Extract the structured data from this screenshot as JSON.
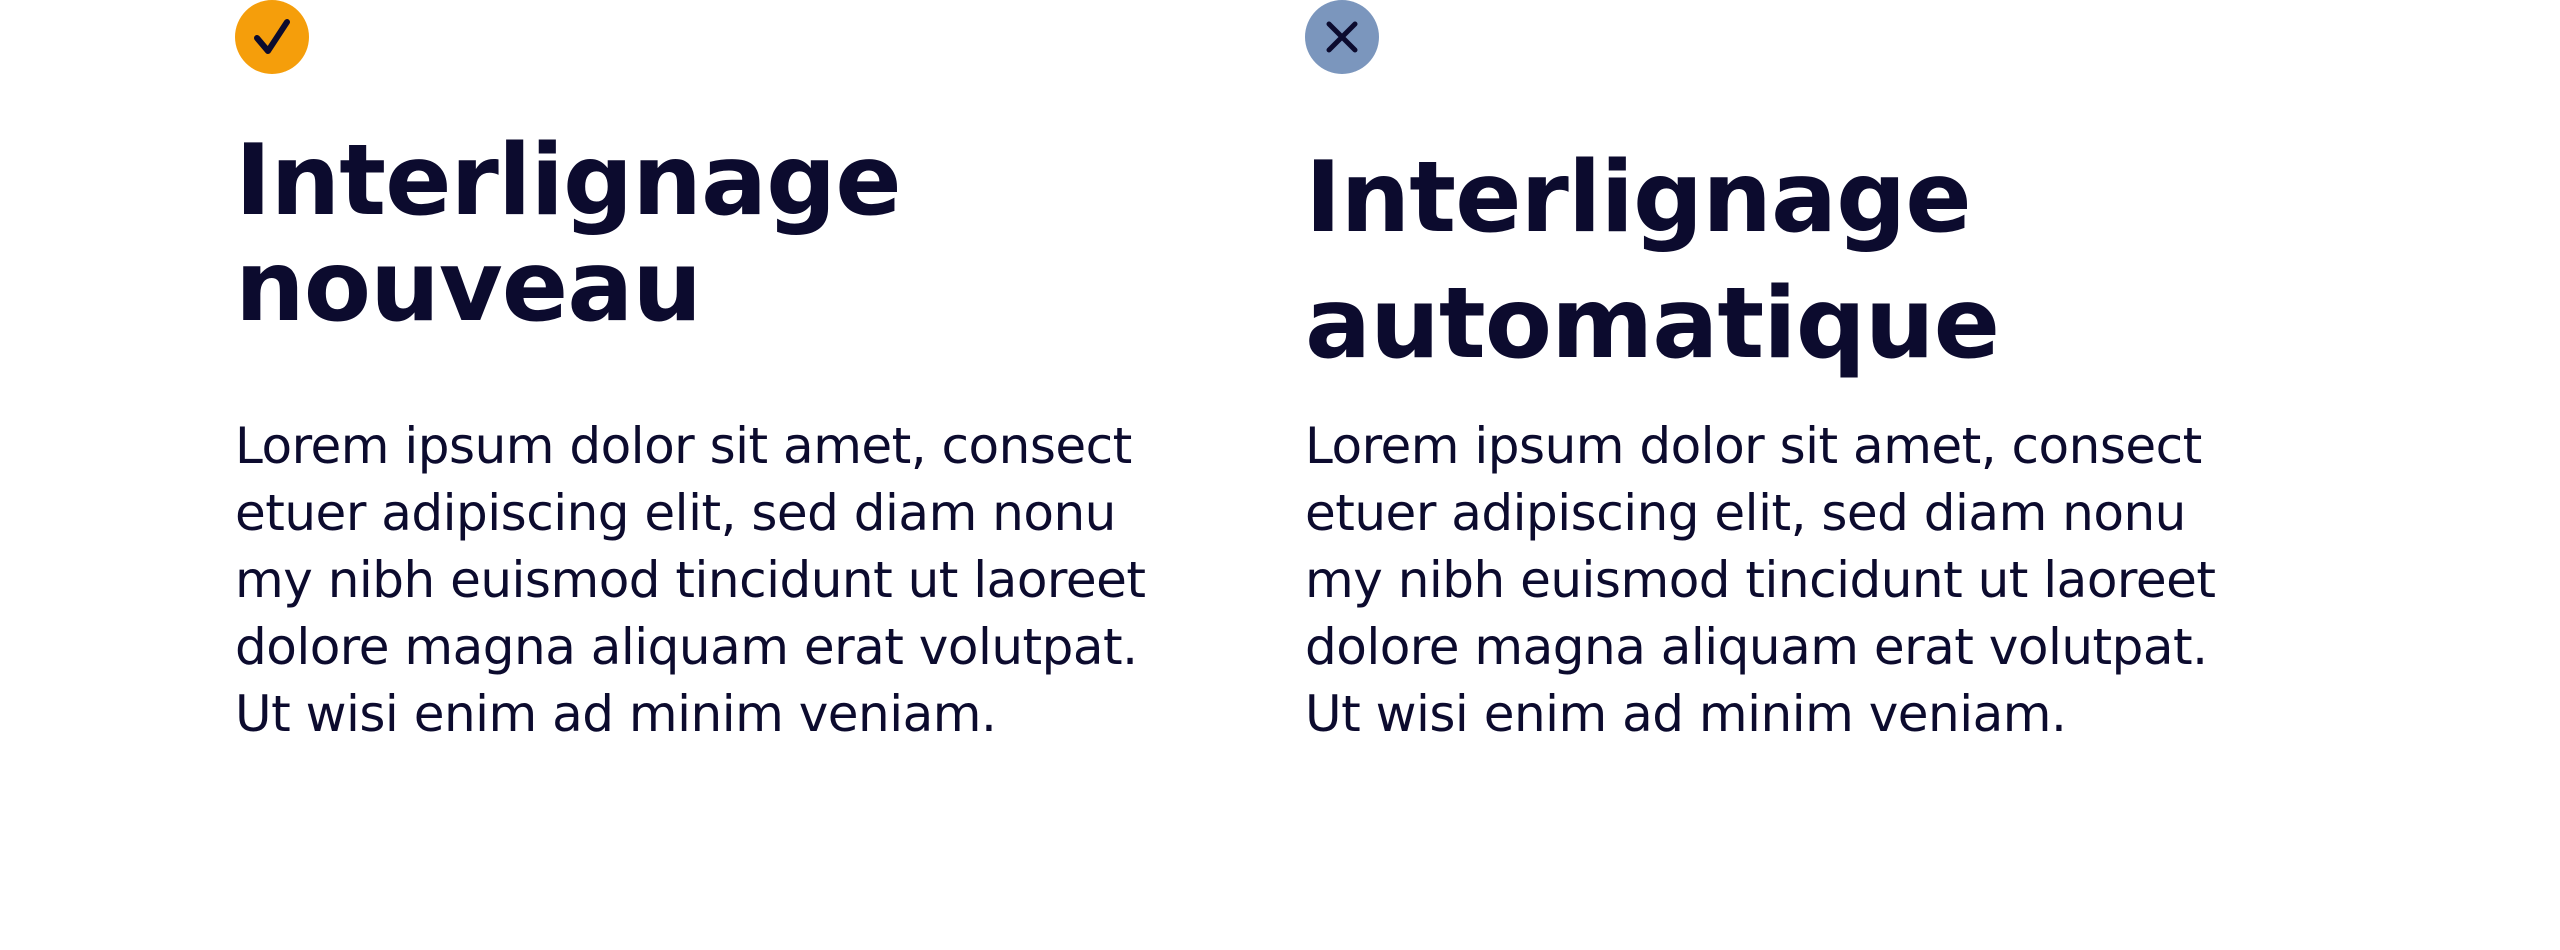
{
  "colors": {
    "text": "#0c0b2e",
    "good_badge": "#f59e0b",
    "bad_badge": "#7b96bd"
  },
  "good": {
    "icon": "check-icon",
    "title_lines": [
      "Interlignage",
      "nouveau"
    ],
    "body_lines": [
      "Lorem ipsum dolor sit amet, consect",
      "etuer adipiscing elit, sed diam nonu",
      "my nibh euismod tincidunt ut laoreet",
      "dolore magna aliquam erat volutpat.",
      "Ut wisi enim ad minim veniam."
    ]
  },
  "bad": {
    "icon": "close-icon",
    "title_lines": [
      "Interlignage",
      "automatique"
    ],
    "body_lines": [
      "Lorem ipsum dolor sit amet, consect",
      "etuer adipiscing elit, sed diam nonu",
      "my nibh euismod tincidunt ut laoreet",
      "dolore magna aliquam erat volutpat.",
      "Ut wisi enim ad minim veniam."
    ]
  }
}
